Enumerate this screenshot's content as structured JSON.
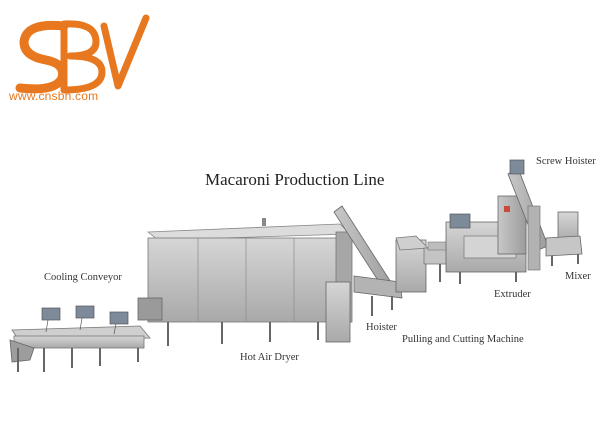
{
  "brand": {
    "logo_text": "SBV",
    "url": "www.cnsbn.com"
  },
  "title": "Macaroni Production Line",
  "labels": {
    "screw_hoister": "Screw Hoister",
    "mixer": "Mixer",
    "extruder": "Extruder",
    "pulling_cutting": "Pulling and Cutting Machine",
    "hoister": "Hoister",
    "hot_air_dryer": "Hot Air Dryer",
    "cooling_conveyor": "Cooling Conveyor"
  },
  "colors": {
    "brand_orange": "#e8781f",
    "machine_gray": "#b9b9b9"
  }
}
